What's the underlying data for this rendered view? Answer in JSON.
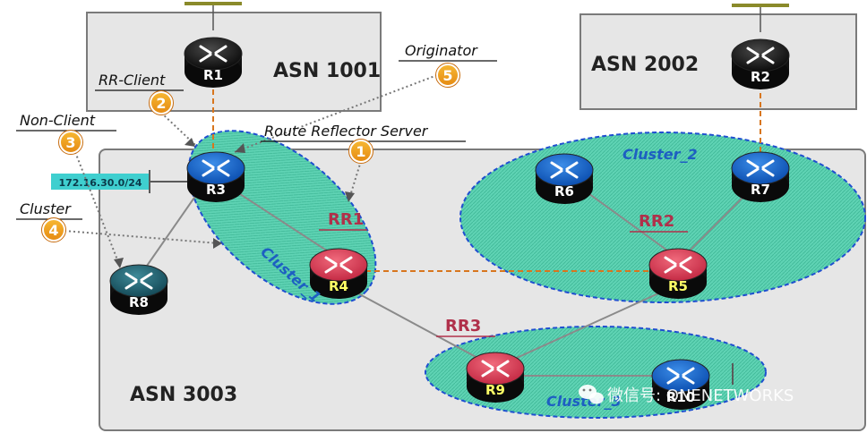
{
  "asns": [
    {
      "id": "asn1001",
      "label": "ASN 1001"
    },
    {
      "id": "asn2002",
      "label": "ASN 2002"
    },
    {
      "id": "asn3003",
      "label": "ASN 3003"
    }
  ],
  "clusters": [
    {
      "id": "cluster1",
      "label": "Cluster_1"
    },
    {
      "id": "cluster2",
      "label": "Cluster_2"
    },
    {
      "id": "cluster3",
      "label": "Cluster_3"
    }
  ],
  "routers": [
    {
      "id": "R1",
      "label": "R1",
      "color": "black"
    },
    {
      "id": "R2",
      "label": "R2",
      "color": "black"
    },
    {
      "id": "R3",
      "label": "R3",
      "color": "blue"
    },
    {
      "id": "R4",
      "label": "R4",
      "color": "red"
    },
    {
      "id": "R5",
      "label": "R5",
      "color": "red"
    },
    {
      "id": "R6",
      "label": "R6",
      "color": "blue"
    },
    {
      "id": "R7",
      "label": "R7",
      "color": "blue"
    },
    {
      "id": "R8",
      "label": "R8",
      "color": "teal"
    },
    {
      "id": "R9",
      "label": "R9",
      "color": "red"
    },
    {
      "id": "R10",
      "label": "R10",
      "color": "blue"
    }
  ],
  "rr_labels": [
    {
      "id": "RR1",
      "label": "RR1"
    },
    {
      "id": "RR2",
      "label": "RR2"
    },
    {
      "id": "RR3",
      "label": "RR3"
    }
  ],
  "annotations": [
    {
      "id": "originator",
      "text": "Originator",
      "number": "5"
    },
    {
      "id": "rr-client",
      "text": "RR-Client",
      "number": "2"
    },
    {
      "id": "non-client",
      "text": "Non-Client",
      "number": "3"
    },
    {
      "id": "rr-server",
      "text": "Route Reflector Server",
      "number": "1"
    },
    {
      "id": "cluster",
      "text": "Cluster",
      "number": "4"
    }
  ],
  "prefix": "172.16.30.0/24",
  "watermark": "微信号: ONENETWORKS",
  "colors": {
    "asn_box": "#e6e6e6",
    "cluster_fill": "#5fd3b4",
    "cluster_border": "#1f4fd0",
    "ebgp_link": "#d8761e",
    "ibgp_link": "#8a8a8a",
    "badge": "#f2a41c",
    "prefix_box": "#3fcfcf"
  }
}
